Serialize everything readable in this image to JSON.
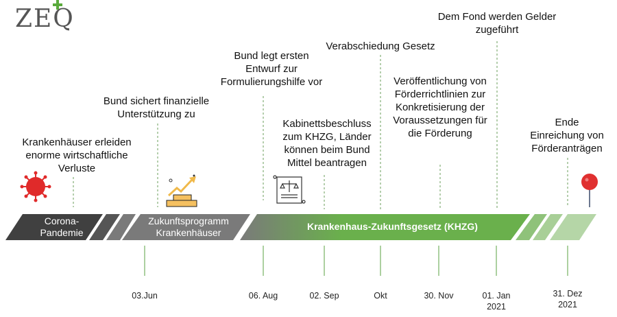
{
  "logo": {
    "text": "ZEQ",
    "plus": "+"
  },
  "colors": {
    "dark": "#404040",
    "grey": "#7a7a7a",
    "green": "#6ab04c",
    "light_green": "#b5d6a7",
    "dash": "#6a9d5a",
    "pin": "#e03030"
  },
  "bar": {
    "segment1": [
      "Corona-",
      "Pandemie"
    ],
    "segment2": [
      "Zukunftsprogramm",
      "Krankenhäuser"
    ],
    "segment3": "Krankenhaus-Zukunftsgesetz (KHZG)"
  },
  "events": [
    {
      "lines": [
        "Krankenhäuser erleiden",
        "enorme wirtschaftliche",
        "Verluste"
      ]
    },
    {
      "lines": [
        "Bund sichert finanzielle",
        "Unterstützung zu"
      ]
    },
    {
      "lines": [
        "Bund legt ersten",
        "Entwurf zur",
        "Formulierungshilfe vor"
      ]
    },
    {
      "lines": [
        "Kabinettsbeschluss",
        "zum KHZG, Länder",
        "können beim Bund",
        "Mittel beantragen"
      ]
    },
    {
      "lines": [
        "Verabschiedung Gesetz"
      ]
    },
    {
      "lines": [
        "Veröffentlichung von",
        "Förderrichtlinien zur",
        "Konkretisierung der",
        "Voraussetzungen für",
        "die Förderung"
      ]
    },
    {
      "lines": [
        "Dem Fond werden Gelder",
        "zugeführt"
      ]
    },
    {
      "lines": [
        "Ende",
        "Einreichung von",
        "Förderanträgen"
      ]
    }
  ],
  "dates": [
    "03.Jun",
    "06. Aug",
    "02. Sep",
    "Okt",
    "30. Nov",
    "01. Jan\n2021",
    "31. Dez\n2021"
  ],
  "icons": [
    "virus-icon",
    "gold-growth-icon",
    "law-document-icon",
    "pin-icon"
  ]
}
